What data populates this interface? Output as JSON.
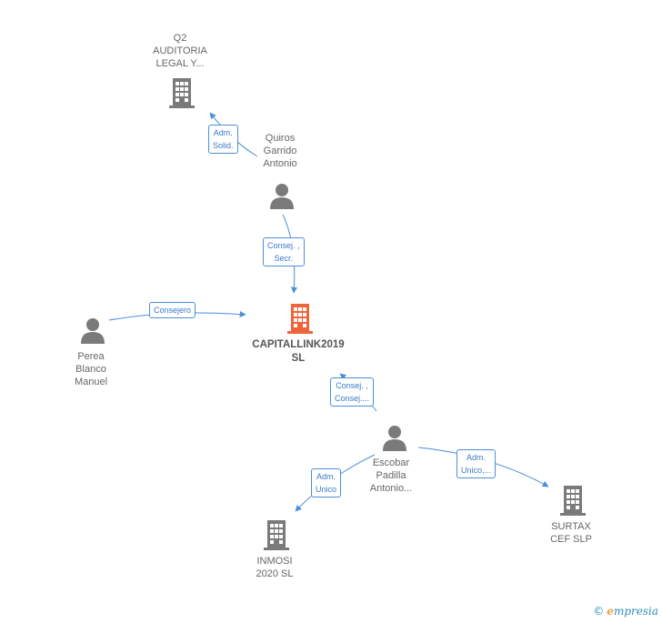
{
  "nodes": {
    "q2": {
      "lines": [
        "Q2",
        "AUDITORIA",
        "LEGAL Y..."
      ],
      "type": "company"
    },
    "quiros": {
      "lines": [
        "Quiros",
        "Garrido",
        "Antonio"
      ],
      "type": "person"
    },
    "capitallink": {
      "lines": [
        "CAPITALLINK2019",
        "SL"
      ],
      "type": "company-main"
    },
    "perea": {
      "lines": [
        "Perea",
        "Blanco",
        "Manuel"
      ],
      "type": "person"
    },
    "escobar": {
      "lines": [
        "Escobar",
        "Padilla",
        "Antonio..."
      ],
      "type": "person"
    },
    "surtax": {
      "lines": [
        "SURTAX",
        "CEF SLP"
      ],
      "type": "company"
    },
    "inmosi": {
      "lines": [
        "INMOSI",
        "2020 SL"
      ],
      "type": "company"
    }
  },
  "edges": [
    {
      "from": "quiros",
      "to": "q2",
      "label": [
        "Adm.",
        "Solid."
      ]
    },
    {
      "from": "quiros",
      "to": "capitallink",
      "label": [
        "Consej. ,",
        "Secr."
      ]
    },
    {
      "from": "perea",
      "to": "capitallink",
      "label": [
        "Consejero"
      ]
    },
    {
      "from": "escobar",
      "to": "capitallink",
      "label": [
        "Consej. ,",
        "Consej...."
      ]
    },
    {
      "from": "escobar",
      "to": "surtax",
      "label": [
        "Adm.",
        "Unico,..."
      ]
    },
    {
      "from": "escobar",
      "to": "inmosi",
      "label": [
        "Adm.",
        "Unico"
      ]
    }
  ],
  "colors": {
    "edge": "#4a90d9",
    "company": "#7a7a7a",
    "main_company": "#f0643a",
    "person": "#7a7a7a"
  },
  "footer": {
    "copyright": "©",
    "brand_first": "e",
    "brand_rest": "mpresia"
  }
}
